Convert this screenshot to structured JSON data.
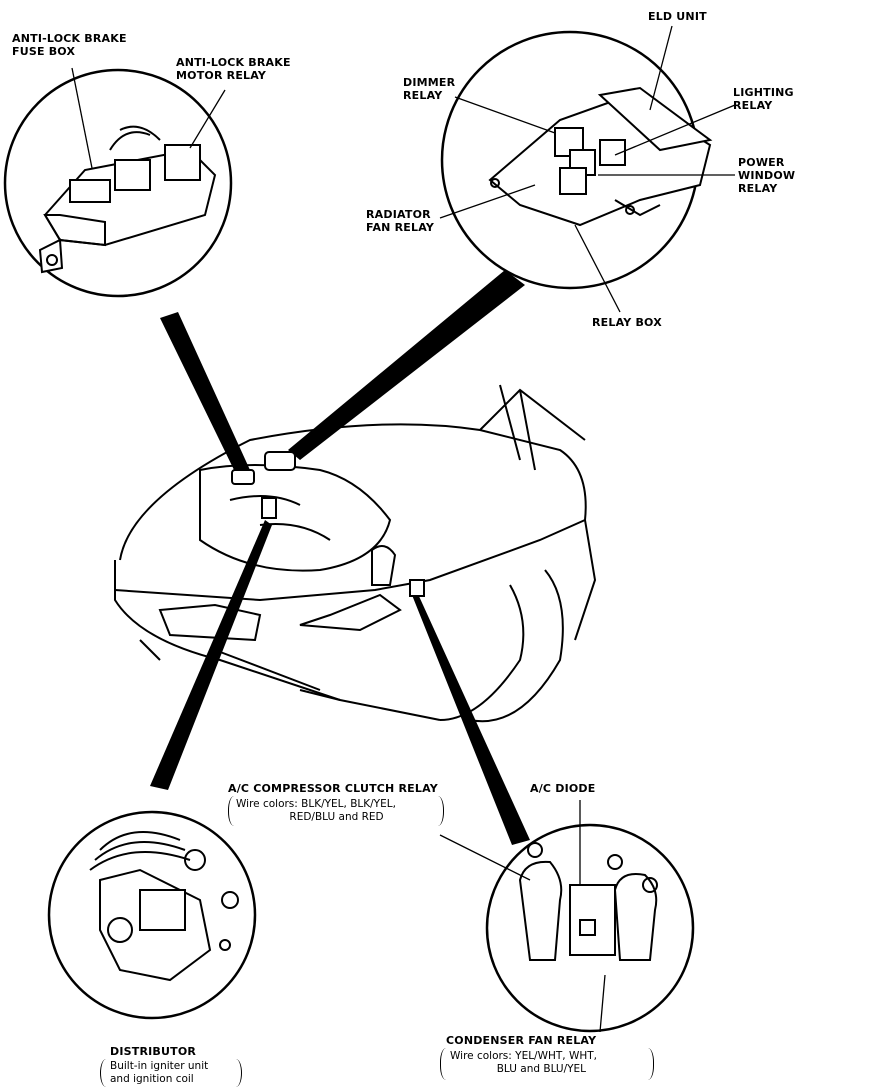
{
  "labels": {
    "abs_fuse_box": "ANTI-LOCK BRAKE\nFUSE BOX",
    "abs_motor_relay": "ANTI-LOCK BRAKE\nMOTOR RELAY",
    "eld_unit": "ELD UNIT",
    "dimmer_relay": "DIMMER\nRELAY",
    "lighting_relay": "LIGHTING\nRELAY",
    "power_window_relay": "POWER\nWINDOW\nRELAY",
    "radiator_fan_relay": "RADIATOR\nFAN RELAY",
    "relay_box": "RELAY BOX",
    "ac_clutch_relay": "A/C COMPRESSOR CLUTCH RELAY",
    "ac_clutch_wires": "Wire colors: BLK/YEL, BLK/YEL,\n                RED/BLU and RED",
    "ac_diode": "A/C DIODE",
    "distributor": "DISTRIBUTOR",
    "distributor_note": "Built-in igniter unit\nand ignition coil",
    "condenser_fan_relay": "CONDENSER FAN RELAY",
    "condenser_wires": "Wire colors: YEL/WHT, WHT,\n              BLU and BLU/YEL"
  },
  "colors": {
    "ink": "#000000",
    "paper": "#ffffff"
  }
}
